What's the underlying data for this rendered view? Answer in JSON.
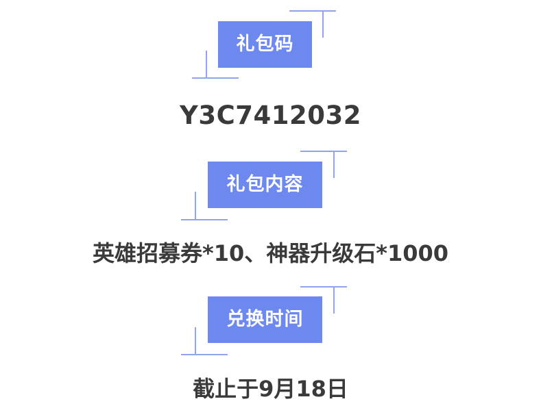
{
  "section1": {
    "label": "礼包码",
    "value": "Y3C7412032"
  },
  "section2": {
    "label": "礼包内容",
    "value": "英雄招募券*10、神器升级石*1000"
  },
  "section3": {
    "label": "兑换时间",
    "value": "截止于9月18日"
  },
  "colors": {
    "tag_background": "#6d88ee",
    "tag_text": "#ffffff",
    "value_text": "#3a3a3a",
    "decor_line": "#8fa3f0"
  }
}
